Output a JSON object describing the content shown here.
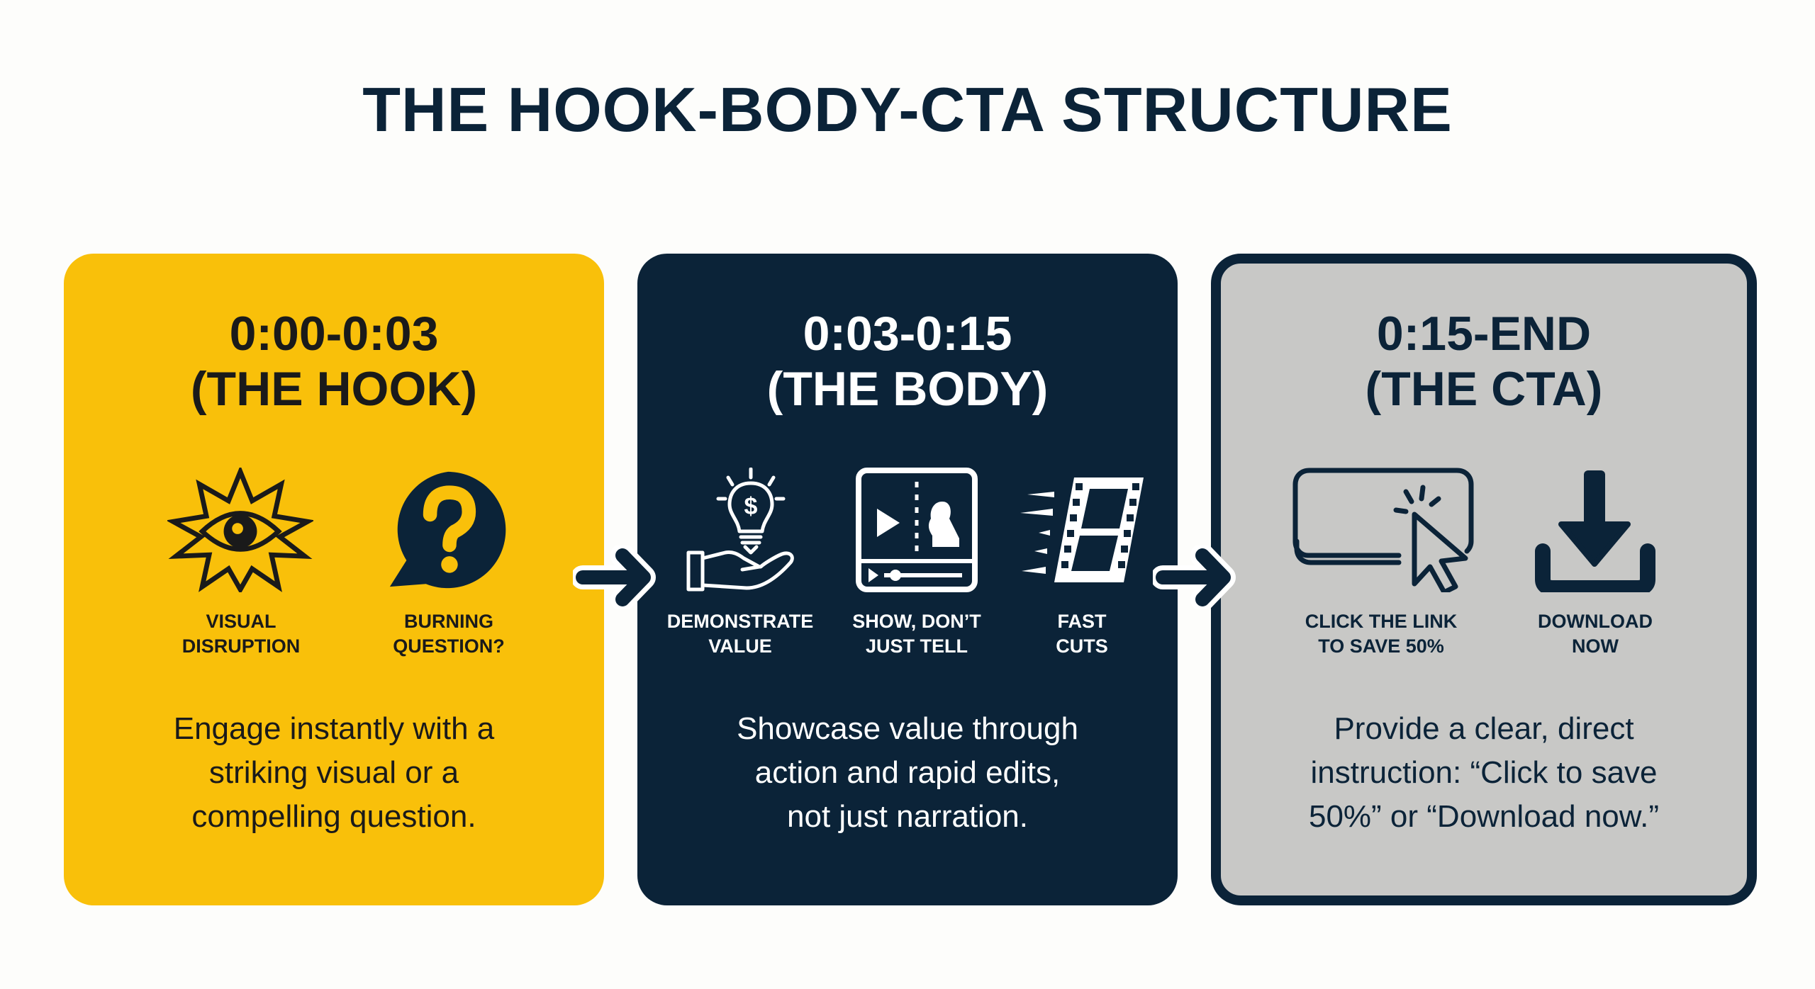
{
  "title": "THE HOOK-BODY-CTA STRUCTURE",
  "colors": {
    "background": "#FDFDFB",
    "hook_card": "#F9C00A",
    "body_card": "#0B2338",
    "cta_card": "#C8C8C6",
    "navy": "#0B2338"
  },
  "stages": [
    {
      "time": "0:00-0:03",
      "name": "(THE HOOK)",
      "items": [
        {
          "icon": "eye-starburst-icon",
          "line1": "VISUAL",
          "line2": "DISRUPTION"
        },
        {
          "icon": "question-bubble-icon",
          "line1": "BURNING",
          "line2": "QUESTION?"
        }
      ],
      "description": [
        "Engage instantly with a",
        "striking visual or a",
        "compelling question."
      ]
    },
    {
      "time": "0:03-0:15",
      "name": "(THE BODY)",
      "items": [
        {
          "icon": "lightbulb-hand-icon",
          "line1": "DEMONSTRATE",
          "line2": "VALUE"
        },
        {
          "icon": "video-player-icon",
          "line1": "SHOW, DON’T",
          "line2": "JUST TELL"
        },
        {
          "icon": "film-strip-icon",
          "line1": "FAST",
          "line2": "CUTS"
        }
      ],
      "description": [
        "Showcase value through",
        "action and rapid edits,",
        "not just narration."
      ]
    },
    {
      "time": "0:15-END",
      "name": "(THE CTA)",
      "items": [
        {
          "icon": "click-button-icon",
          "line1": "CLICK THE LINK",
          "line2": "TO SAVE 50%"
        },
        {
          "icon": "download-icon",
          "line1": "DOWNLOAD",
          "line2": "NOW"
        }
      ],
      "description": [
        "Provide a clear, direct",
        "instruction: “Click to save",
        "50%” or “Download now.”"
      ]
    }
  ],
  "connectors": [
    {
      "from": "hook",
      "to": "body",
      "icon": "arrow-right-icon"
    },
    {
      "from": "body",
      "to": "cta",
      "icon": "arrow-right-icon"
    }
  ]
}
